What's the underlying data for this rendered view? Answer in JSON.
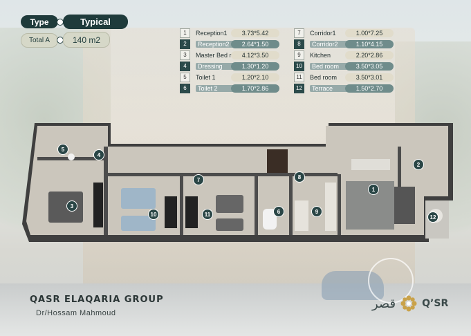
{
  "unit": {
    "type_label": "Type",
    "type_value": "Typical",
    "area_label": "Total A",
    "area_value": "140 m2"
  },
  "rooms": [
    {
      "num": "1",
      "name": "Reception1",
      "dim": "3.73*5.42",
      "hl": false
    },
    {
      "num": "2",
      "name": "Reception2",
      "dim": "2.64*1.50",
      "hl": true
    },
    {
      "num": "3",
      "name": "Master Bed room",
      "dim": "4.12*3.50",
      "hl": false
    },
    {
      "num": "4",
      "name": "Dressing",
      "dim": "1.30*1.20",
      "hl": true
    },
    {
      "num": "5",
      "name": "Toilet 1",
      "dim": "1.20*2.10",
      "hl": false
    },
    {
      "num": "6",
      "name": "Toilet 2",
      "dim": "1.70*2.86",
      "hl": true
    },
    {
      "num": "7",
      "name": "Corridor1",
      "dim": "1.00*7.25",
      "hl": false
    },
    {
      "num": "8",
      "name": "Corridor2",
      "dim": "1.10*4.15",
      "hl": true
    },
    {
      "num": "9",
      "name": "Kitchen",
      "dim": "2.20*2.86",
      "hl": false
    },
    {
      "num": "10",
      "name": "Bed room",
      "dim": "3.50*3.05",
      "hl": true
    },
    {
      "num": "11",
      "name": "Bed room",
      "dim": "3.50*3.01",
      "hl": false
    },
    {
      "num": "12",
      "name": "Terrace",
      "dim": "1.50*2.70",
      "hl": true
    }
  ],
  "markers": [
    "1",
    "2",
    "3",
    "4",
    "5",
    "6",
    "7",
    "8",
    "9",
    "10",
    "11",
    "12"
  ],
  "footer": {
    "brand": "QASR ELAQARIA GROUP",
    "sub": "Dr/Hossam Mahmoud",
    "logo_ar": "قصر",
    "logo_lat": "Q’SR"
  },
  "colors": {
    "accent": "#1f3b3b",
    "highlight": "#6f8c8b"
  }
}
